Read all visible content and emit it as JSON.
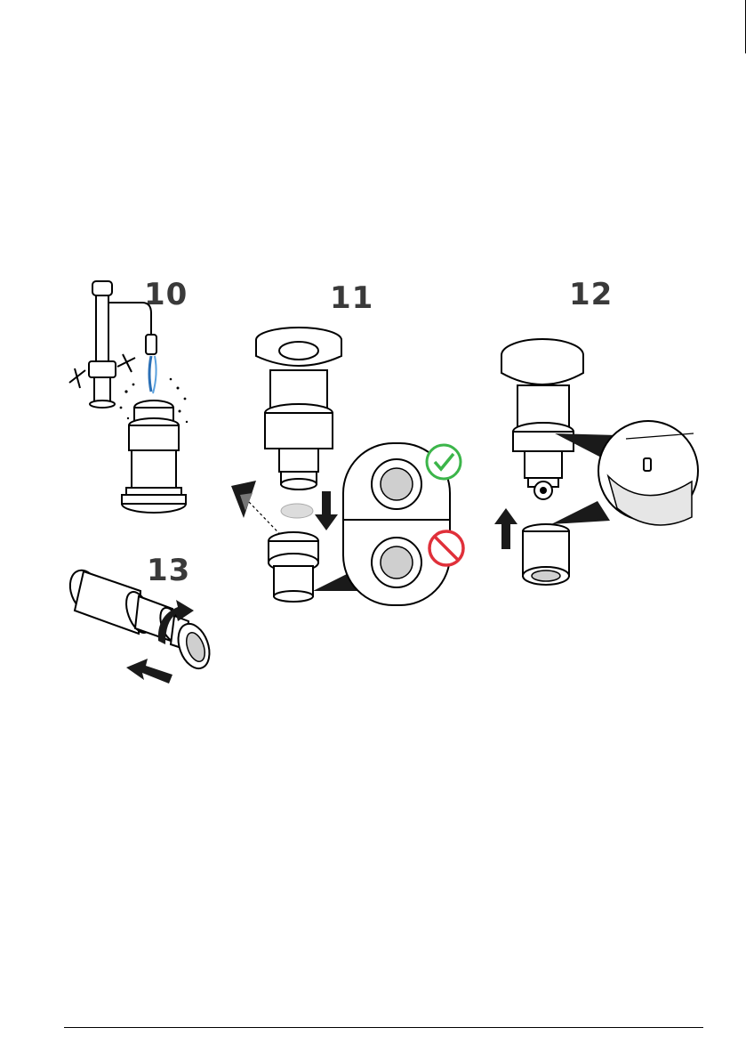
{
  "steps": [
    {
      "number": "10",
      "icon": "rinse-under-tap-illustration"
    },
    {
      "number": "11",
      "icon": "install-membrane-illustration"
    },
    {
      "number": "12",
      "icon": "attach-cap-illustration"
    },
    {
      "number": "13",
      "icon": "screw-on-cap-illustration"
    }
  ],
  "status": {
    "correct": {
      "icon": "check-icon",
      "color": "#3cb54a"
    },
    "incorrect": {
      "icon": "prohibited-icon",
      "color": "#e0303a"
    }
  }
}
